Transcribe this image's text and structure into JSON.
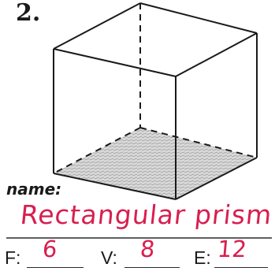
{
  "problem_number": "2.",
  "name_label": "name:",
  "name_answer": "Rectangular prism",
  "counts": {
    "faces_label": "F:",
    "faces_value": "6",
    "vertices_label": "V:",
    "vertices_value": "8",
    "edges_label": "E:",
    "edges_value": "12"
  },
  "colors": {
    "ink": "#1a1a1a",
    "handwriting": "#d81e4f",
    "shading": "#b5b5b5"
  }
}
